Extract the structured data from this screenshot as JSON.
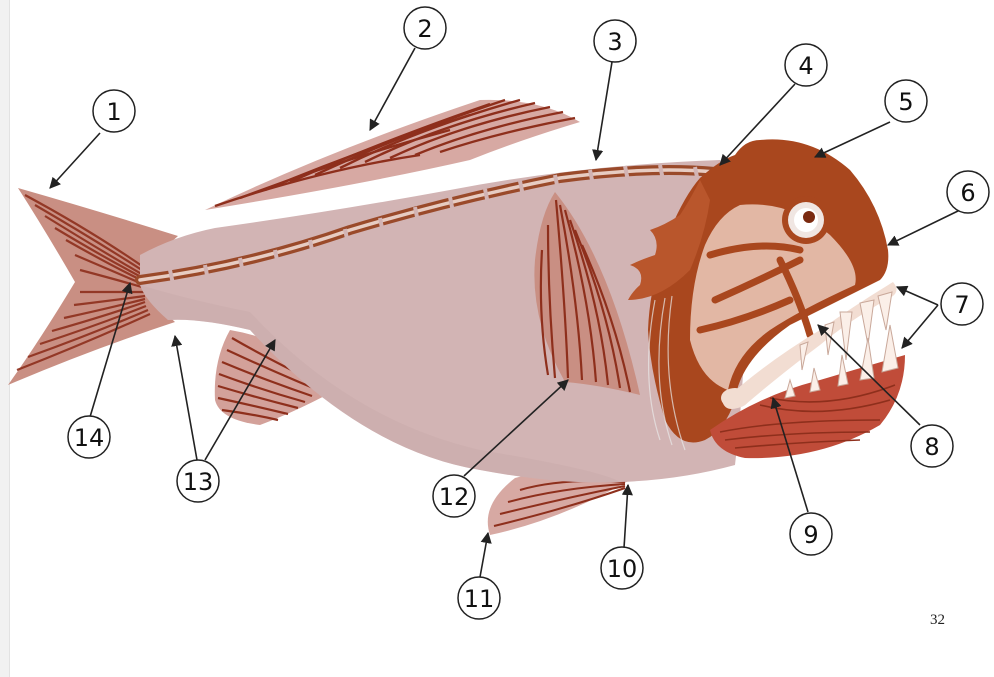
{
  "page": {
    "page_number": "32"
  },
  "colors": {
    "body": "#d2b4b4",
    "body_shadow": "#c7a6a6",
    "fin": "#c2877a",
    "fin_ray": "#8e2f1c",
    "head_dark": "#a9471e",
    "head_light": "#e6bfae",
    "head_mid": "#d89a7e",
    "spine": "#9a4a2a",
    "spine_core": "#e7ccc2",
    "teeth": "#fbefe8",
    "jaw_muscle": "#c04c39",
    "callout_line": "#222222"
  },
  "callouts": [
    "1",
    "2",
    "3",
    "4",
    "5",
    "6",
    "7",
    "8",
    "9",
    "10",
    "11",
    "12",
    "13",
    "14"
  ]
}
